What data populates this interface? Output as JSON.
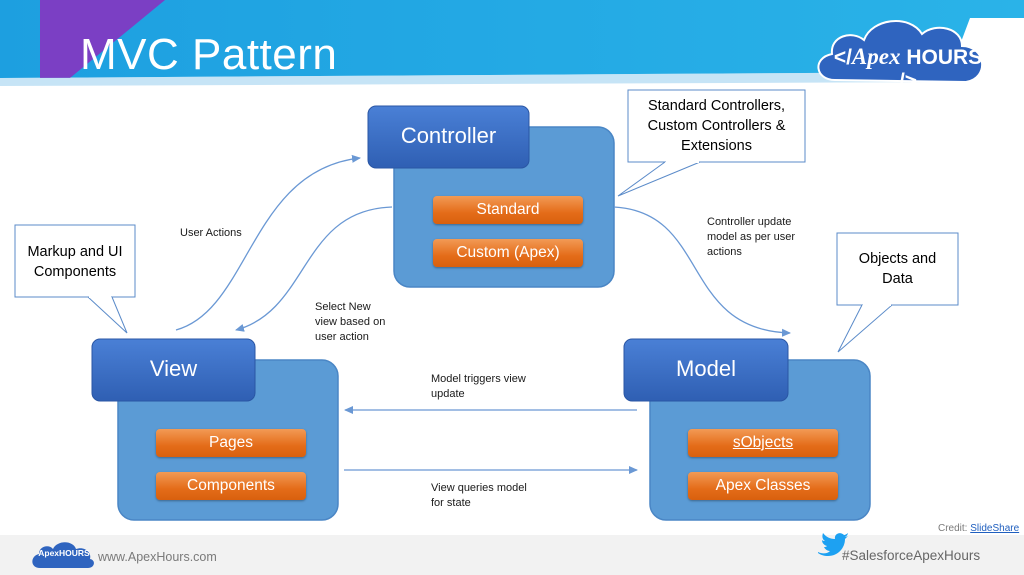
{
  "slide": {
    "title": "MVC Pattern",
    "logo": {
      "left_bracket": "</",
      "brand_a": "Apex",
      "brand_b": "HOURS",
      "right_bracket": "/>"
    }
  },
  "callouts": {
    "controller_note": [
      "Standard Controllers,",
      "Custom Controllers &",
      "Extensions"
    ],
    "view_note": [
      "Markup and UI",
      "Components"
    ],
    "model_note": [
      "Objects and",
      "Data"
    ]
  },
  "components": {
    "controller": {
      "title": "Controller",
      "items": [
        "Standard",
        "Custom (Apex)"
      ]
    },
    "view": {
      "title": "View",
      "items": [
        "Pages",
        "Components"
      ]
    },
    "model": {
      "title": "Model",
      "items": [
        "sObjects",
        "Apex Classes"
      ]
    }
  },
  "arrows": {
    "user_actions": "User Actions",
    "select_view": [
      "Select New",
      "view based on",
      "user action"
    ],
    "controller_update": [
      "Controller update",
      "model as per user",
      "actions"
    ],
    "model_triggers": [
      "Model triggers view",
      "update"
    ],
    "view_queries": [
      "View queries model",
      "for state"
    ]
  },
  "footer": {
    "website": "www.ApexHours.com",
    "hashtag": "#SalesforceApexHours",
    "credit_prefix": "Credit: ",
    "credit_link": "SlideShare",
    "mini_logo": "ApexHOURS"
  },
  "colors": {
    "banner_blue": "#25a8e0",
    "banner_purple": "#7b3fc4",
    "panel_blue": "#5b9bd5",
    "header_blue": "#3a6fc4",
    "pill_orange": "#e46c19",
    "arrow_blue": "#6a98d4"
  }
}
